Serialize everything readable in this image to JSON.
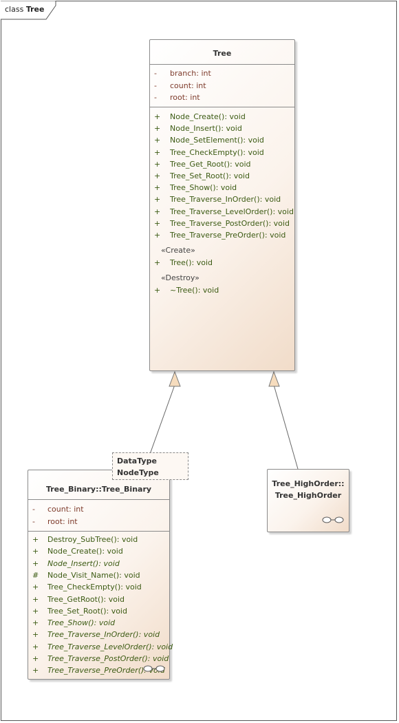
{
  "frame": {
    "kind": "class",
    "name": "Tree"
  },
  "tree": {
    "title": "Tree",
    "attributes": [
      {
        "vis": "-",
        "text": "branch: int"
      },
      {
        "vis": "-",
        "text": "count: int"
      },
      {
        "vis": "-",
        "text": "root: int"
      }
    ],
    "operations": [
      {
        "vis": "+",
        "text": "Node_Create(): void"
      },
      {
        "vis": "+",
        "text": "Node_Insert(): void"
      },
      {
        "vis": "+",
        "text": "Node_SetElement(): void"
      },
      {
        "vis": "+",
        "text": "Tree_CheckEmpty(): void"
      },
      {
        "vis": "+",
        "text": "Tree_Get_Root(): void"
      },
      {
        "vis": "+",
        "text": "Tree_Set_Root(): void"
      },
      {
        "vis": "+",
        "text": "Tree_Show(): void"
      },
      {
        "vis": "+",
        "text": "Tree_Traverse_InOrder(): void"
      },
      {
        "vis": "+",
        "text": "Tree_Traverse_LevelOrder(): void"
      },
      {
        "vis": "+",
        "text": "Tree_Traverse_PostOrder(): void"
      },
      {
        "vis": "+",
        "text": "Tree_Traverse_PreOrder(): void"
      }
    ],
    "create_stereotype": "«Create»",
    "create_op": {
      "vis": "+",
      "text": "Tree(): void"
    },
    "destroy_stereotype": "«Destroy»",
    "destroy_op": {
      "vis": "+",
      "text": "~Tree(): void"
    }
  },
  "tree_binary": {
    "title": "Tree_Binary::Tree_Binary",
    "template_params": [
      "DataType",
      "NodeType"
    ],
    "attributes": [
      {
        "vis": "-",
        "text": "count: int"
      },
      {
        "vis": "-",
        "text": "root: int"
      }
    ],
    "operations": [
      {
        "vis": "+",
        "text": "Destroy_SubTree(): void",
        "abstract": false
      },
      {
        "vis": "+",
        "text": "Node_Create(): void",
        "abstract": false
      },
      {
        "vis": "+",
        "text": "Node_Insert(): void",
        "abstract": true
      },
      {
        "vis": "#",
        "text": "Node_Visit_Name(): void",
        "abstract": false
      },
      {
        "vis": "+",
        "text": "Tree_CheckEmpty(): void",
        "abstract": false
      },
      {
        "vis": "+",
        "text": "Tree_GetRoot(): void",
        "abstract": false
      },
      {
        "vis": "+",
        "text": "Tree_Set_Root(): void",
        "abstract": false
      },
      {
        "vis": "+",
        "text": "Tree_Show(): void",
        "abstract": true
      },
      {
        "vis": "+",
        "text": "Tree_Traverse_InOrder(): void",
        "abstract": true
      },
      {
        "vis": "+",
        "text": "Tree_Traverse_LevelOrder(): void",
        "abstract": true
      },
      {
        "vis": "+",
        "text": "Tree_Traverse_PostOrder(): void",
        "abstract": true
      },
      {
        "vis": "+",
        "text": "Tree_Traverse_PreOrder(): void",
        "abstract": true
      }
    ]
  },
  "tree_highorder": {
    "title_line1": "Tree_HighOrder::",
    "title_line2": "Tree_HighOrder"
  },
  "relations": [
    {
      "type": "generalization",
      "from": "Tree_Binary::Tree_Binary",
      "to": "Tree"
    },
    {
      "type": "generalization",
      "from": "Tree_HighOrder::Tree_HighOrder",
      "to": "Tree"
    }
  ],
  "colors": {
    "attribute": "#7d3a2a",
    "operation": "#3b5a12",
    "border": "#8a8a8a",
    "arrowhead_fill": "#f6dcbd"
  }
}
